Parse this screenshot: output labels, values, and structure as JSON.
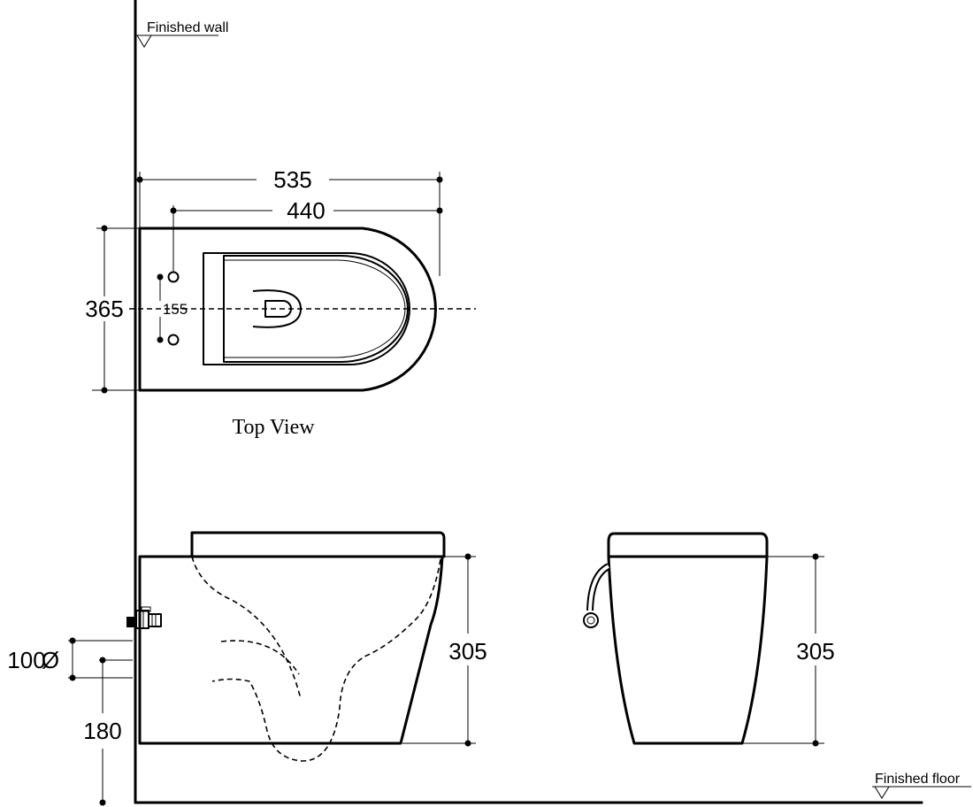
{
  "labels": {
    "finished_wall": "Finished wall",
    "finished_floor": "Finished floor",
    "top_view": "Top View"
  },
  "dimensions": {
    "overall_length": "535",
    "mounting_hole_to_front": "440",
    "width": "365",
    "mounting_hole_spacing": "155",
    "side_height": "305",
    "front_height": "305",
    "inlet": "100",
    "inlet_diameter_symbol": "Ø",
    "outlet_height": "180"
  },
  "colors": {
    "line": "#000000",
    "background": "#ffffff"
  }
}
